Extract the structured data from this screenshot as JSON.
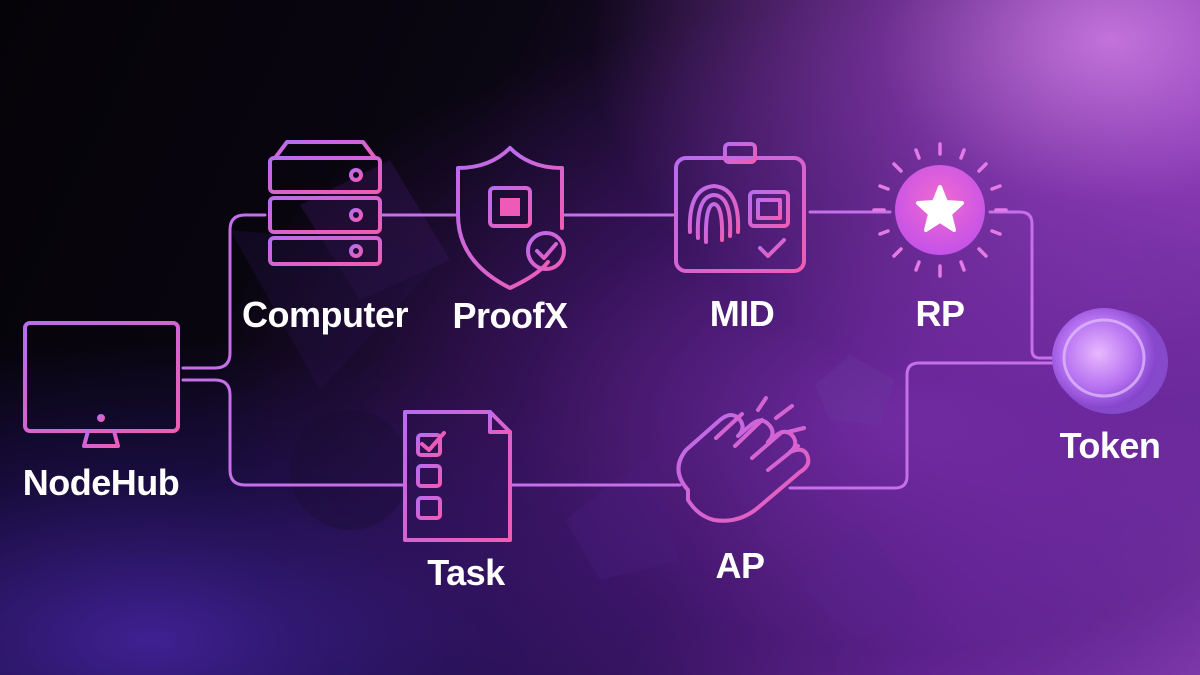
{
  "colors": {
    "line": "#c56fe8",
    "icon_stroke": "#d874f0",
    "icon_accent": "#ee5ab8",
    "label": "#ffffff"
  },
  "nodes": {
    "nodehub": {
      "label": "NodeHub",
      "icon": "monitor-icon"
    },
    "computer": {
      "label": "Computer",
      "icon": "server-rack-icon"
    },
    "proofx": {
      "label": "ProofX",
      "icon": "shield-chip-icon"
    },
    "mid": {
      "label": "MID",
      "icon": "fingerprint-id-badge-icon"
    },
    "rp": {
      "label": "RP",
      "icon": "star-burst-icon"
    },
    "token": {
      "label": "Token",
      "icon": "coin-icon"
    },
    "task": {
      "label": "Task",
      "icon": "checklist-document-icon"
    },
    "ap": {
      "label": "AP",
      "icon": "clapping-hands-icon"
    }
  }
}
